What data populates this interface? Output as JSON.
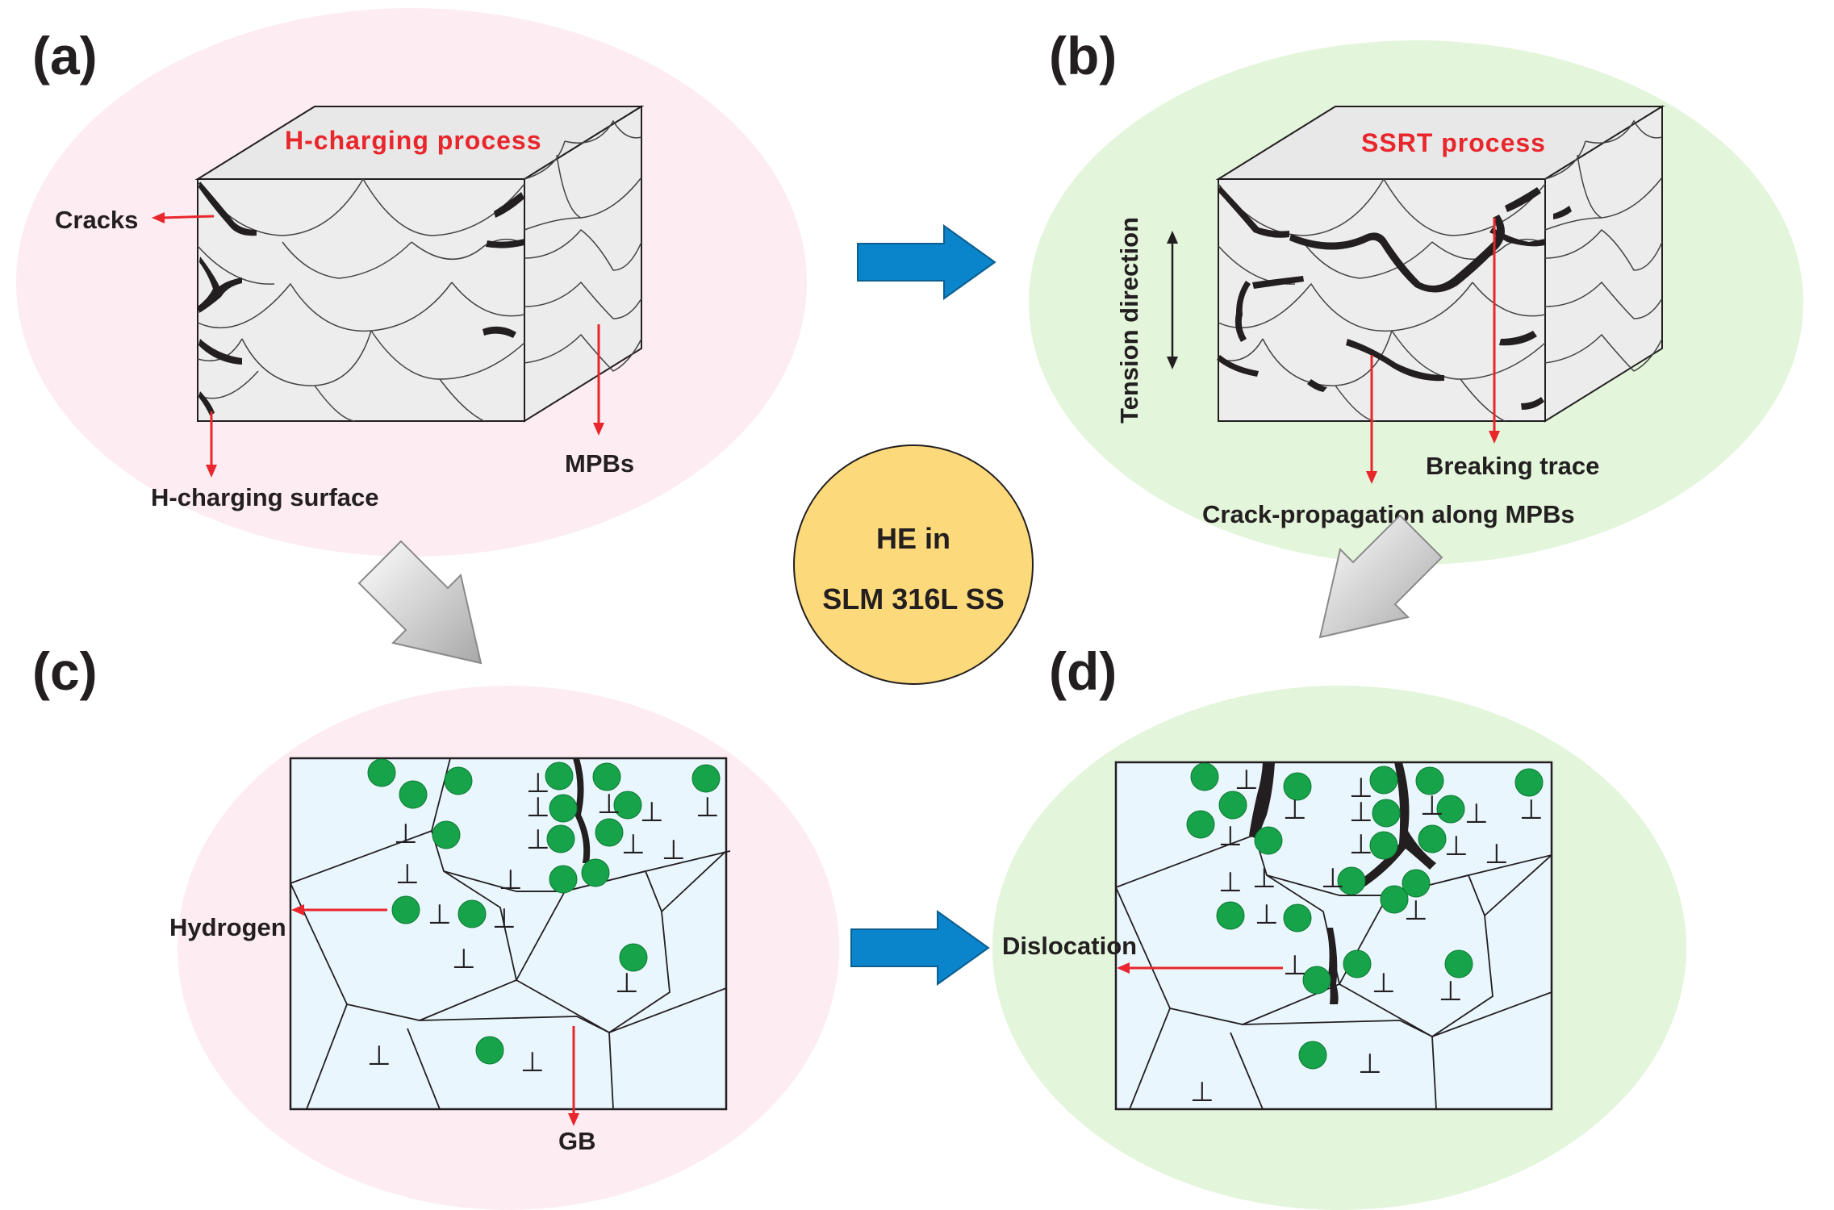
{
  "panels": {
    "a": {
      "label": "(a)",
      "title": "H-charging process",
      "labels": {
        "cracks": "Cracks",
        "surface": "H-charging surface",
        "mpbs": "MPBs"
      }
    },
    "b": {
      "label": "(b)",
      "title": "SSRT process",
      "labels": {
        "tension": "Tension direction",
        "breaking": "Breaking trace",
        "propagation": "Crack-propagation along MPBs"
      }
    },
    "c": {
      "label": "(c)",
      "labels": {
        "hydrogen": "Hydrogen",
        "gb": "GB"
      }
    },
    "d": {
      "label": "(d)",
      "labels": {
        "dislocation": "Dislocation"
      }
    }
  },
  "center": {
    "line1": "HE in",
    "line2": "SLM 316L SS"
  },
  "symbols": {
    "dislocation": "⊥"
  },
  "colors": {
    "pink_bg": "#fdedf3",
    "green_bg": "#e3f5da",
    "center_fill": "#fcd97a",
    "hydrogen": "#16a34a",
    "grain_fill": "#eaf6fd",
    "annotation_red": "#e8262b",
    "flow_arrow": "#0a85cc",
    "crack": "#231f20"
  }
}
